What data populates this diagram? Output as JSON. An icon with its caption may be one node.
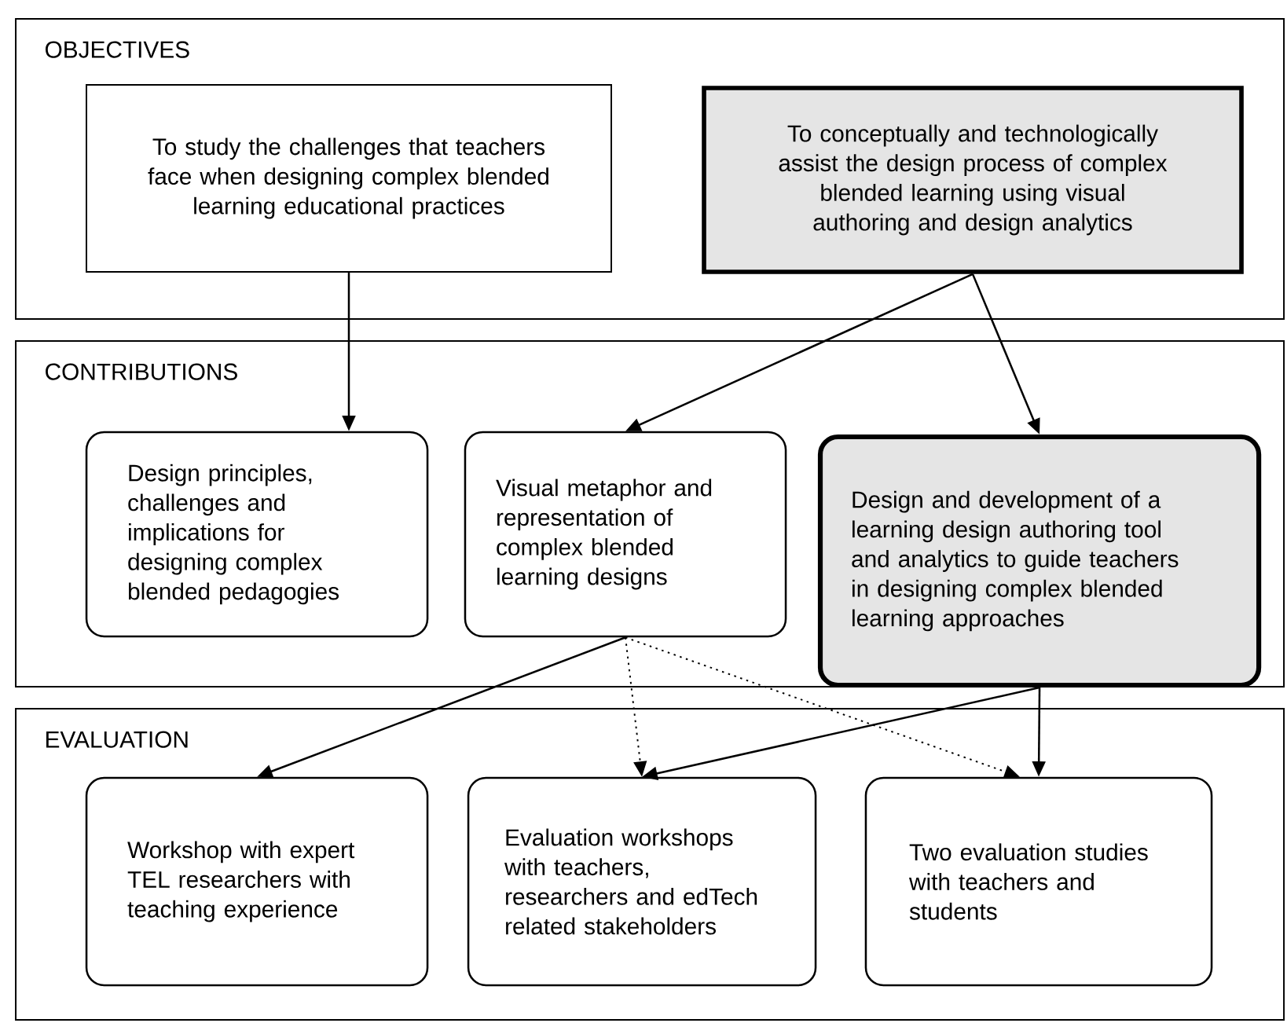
{
  "diagram": {
    "nodes": [
      {
        "text": [
          "OBJECTIVES"
        ]
      },
      {
        "text": [
          "To study the challenges that teachers face when designing complex blended learning educational practices"
        ],
        "in": 0
      },
      {
        "text": [
          "To conceptually and technologically assist the design process of complex blended learning using visual authoring and design analytics"
        ],
        "in": 0
      },
      {
        "text": [
          "CONTRIBUTIONS"
        ]
      },
      {
        "text": [
          "Design principles, challenges and implications for designing complex blended pedagogies"
        ],
        "in": 3
      },
      {
        "text": [
          "Visual metaphor and representation of complex blended learning designs"
        ],
        "in": 3
      },
      {
        "text": [
          "Design and development of a learning design authoring tool and analytics to guide teachers in designing complex blended learning approaches"
        ],
        "in": 3
      },
      {
        "text": [
          "EVALUATION"
        ]
      },
      {
        "text": [
          "Workshop with expert TEL researchers with teaching experience"
        ],
        "in": 7
      },
      {
        "text": [
          "Evaluation workshops with teachers, researchers and edTech related stakeholders"
        ],
        "in": 7
      },
      {
        "text": [
          "Two evaluation studies with teachers and students"
        ],
        "in": 7
      }
    ],
    "edges": [
      {
        "from": 1,
        "to": 4,
        "arrow": "to"
      },
      {
        "from": 2,
        "to": 5,
        "arrow": "to"
      },
      {
        "from": 2,
        "to": 6,
        "arrow": "to"
      },
      {
        "from": 5,
        "to": 8,
        "arrow": "to"
      },
      {
        "from": 5,
        "to": 9,
        "arrow": "to",
        "style": "dashed"
      },
      {
        "from": 5,
        "to": 10,
        "arrow": "to",
        "style": "dashed"
      },
      {
        "from": 6,
        "to": 9,
        "arrow": "to"
      },
      {
        "from": 6,
        "to": 10,
        "arrow": "to"
      }
    ]
  }
}
